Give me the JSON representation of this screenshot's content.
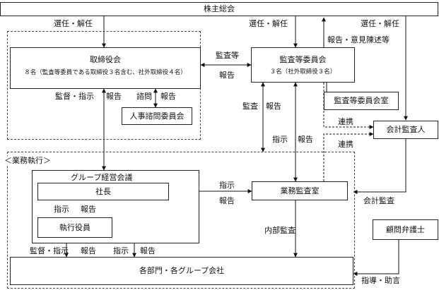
{
  "nodes": {
    "shareholders": "株主総会",
    "board": "取締役会",
    "board_sub": "８名（監査等委員である取締役３名含む、社外取締役４名）",
    "hr_committee": "人事諮問委員会",
    "audit_committee": "監査等委員会",
    "audit_committee_sub": "３名（社外取締役３名）",
    "audit_office": "監査等委員会室",
    "accountant": "会計監査人",
    "business_section": "＜業務執行＞",
    "group_meeting": "グループ経営会議",
    "president": "社長",
    "officers": "執行役員",
    "internal_audit": "業務監査室",
    "legal": "顧問弁護士",
    "departments": "各部門・各グループ会社"
  },
  "labels": {
    "elect1": "選任・解任",
    "elect2": "選任・解任",
    "elect3": "選任・解任",
    "report_opinion": "報告・意見陳述等",
    "audit_etc": "監査等",
    "report_ba": "報告",
    "supervise": "監督・指示",
    "report_b1": "報告",
    "consult": "諮問",
    "report_b2": "報告",
    "audit_ac": "監査",
    "report_ac": "報告",
    "coop1": "連携",
    "coop2": "連携",
    "instruct_ac": "指示",
    "report_ac2": "報告",
    "instruct_p": "指示",
    "report_p": "報告",
    "instruct_po": "指示",
    "report_po": "報告",
    "accounting_audit": "会計監査",
    "internal_audit_lbl": "内部監査",
    "supervise2": "監督・指示",
    "report_d1": "報告",
    "instruct_d": "指示",
    "report_d2": "報告",
    "guidance": "指導・助言"
  }
}
